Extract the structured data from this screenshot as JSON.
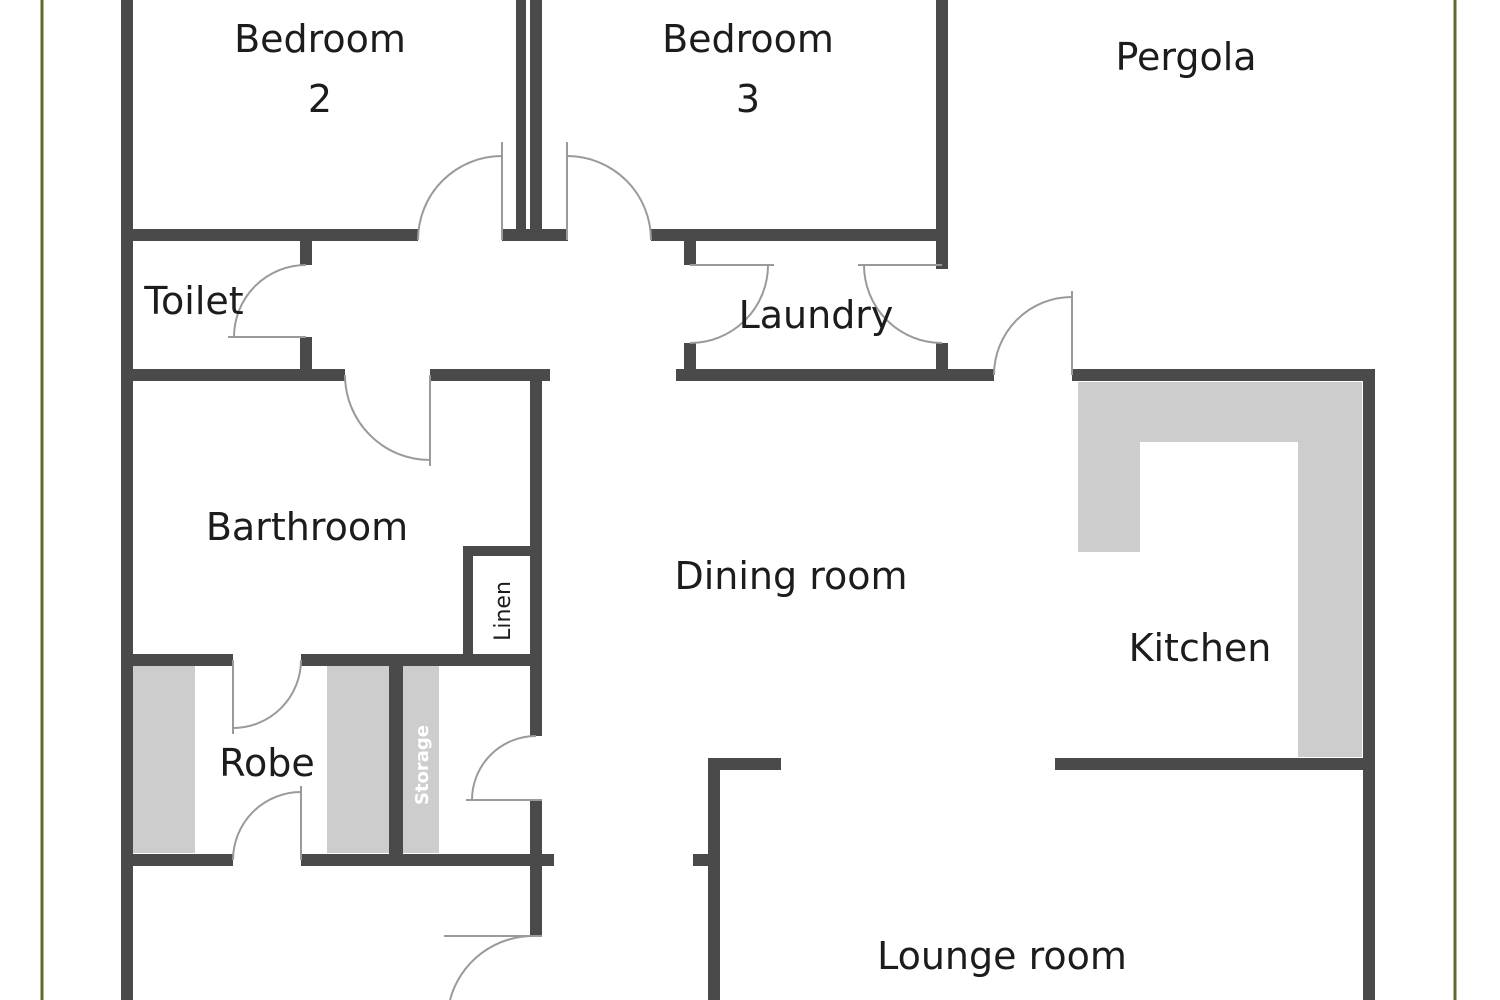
{
  "floor_plan": {
    "colors": {
      "wall": "#4a4a4a",
      "fixture": "#cdcdcd",
      "frame": "#5e6b2e",
      "door": "#9a9a9a",
      "background": "#ffffff"
    },
    "rooms": {
      "bedroom_2": {
        "line1": "Bedroom",
        "line2": "2"
      },
      "bedroom_3": {
        "line1": "Bedroom",
        "line2": "3"
      },
      "pergola": "Pergola",
      "toilet": "Toilet",
      "laundry": "Laundry",
      "bathroom": "Barthroom",
      "linen": "Linen",
      "dining_room": "Dining room",
      "kitchen": "Kitchen",
      "robe": "Robe",
      "storage": "Storage",
      "lounge_room": "Lounge room"
    }
  }
}
